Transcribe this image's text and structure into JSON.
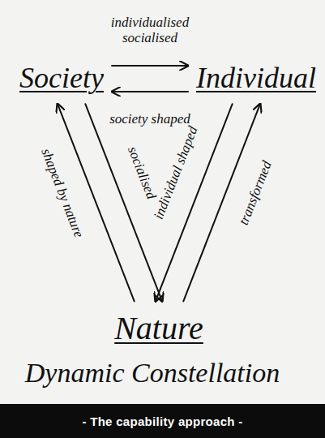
{
  "diagram": {
    "caption": "- The capability approach -",
    "nodes": [
      {
        "text": [
          "Society"
        ]
      },
      {
        "text": [
          "Individual"
        ]
      },
      {
        "text": [
          "Nature"
        ]
      }
    ],
    "edges": [
      {
        "from": 0,
        "to": 1,
        "arrow": "to",
        "label": "individualised socialised"
      },
      {
        "from": 1,
        "to": 0,
        "arrow": "to",
        "label": "society shaped"
      },
      {
        "from": 0,
        "to": 2,
        "arrow": "to",
        "label": "socialised"
      },
      {
        "from": 2,
        "to": 0,
        "arrow": "to",
        "label": "shaped by nature"
      },
      {
        "from": 1,
        "to": 2,
        "arrow": "to",
        "label": "individual shaped"
      },
      {
        "from": 2,
        "to": 1,
        "arrow": "to",
        "label": "transformed"
      }
    ],
    "labels": [
      "Dynamic Constellation"
    ]
  }
}
